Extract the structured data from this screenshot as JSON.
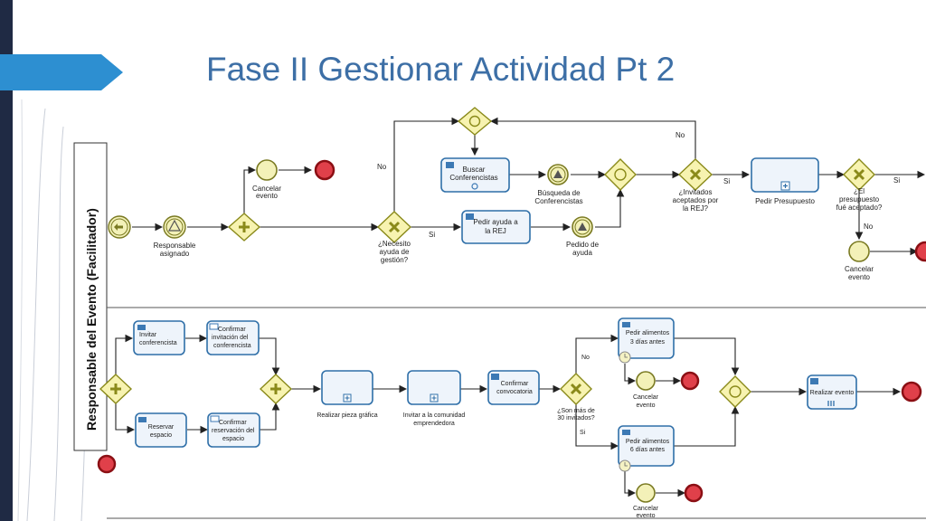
{
  "slide": {
    "title": "Fase II Gestionar Actividad Pt 2"
  },
  "lane": {
    "title": "Responsable del Evento (Facilitador)"
  },
  "top_flow": {
    "responsable_asignado": [
      "Responsable",
      "asignado"
    ],
    "cancelar_evento": [
      "Cancelar",
      "evento"
    ],
    "necesito_ayuda": [
      "¿Necesito",
      "ayuda de",
      "gestión?"
    ],
    "no": "No",
    "si": "Si",
    "buscar_conferencistas": [
      "Buscar",
      "Conferencistas"
    ],
    "pedir_ayuda_rej": [
      "Pedir ayuda a",
      "la REJ"
    ],
    "busqueda_conferencistas": [
      "Búsqueda de",
      "Conferencistas"
    ],
    "pedido_ayuda": [
      "Pedido de",
      "ayuda"
    ],
    "invitados_aceptados": [
      "¿Invitados",
      "aceptados por",
      "la REJ?"
    ],
    "no2": "No",
    "si2": "Si",
    "pedir_presupuesto": "Pedir Presupuesto",
    "presupuesto_aceptado": [
      "¿El",
      "presupuesto",
      "fué aceptado?"
    ],
    "si3": "Si",
    "no3": "No",
    "cancelar_evento2": [
      "Cancelar",
      "evento"
    ]
  },
  "bottom_flow": {
    "invitar_conferencista": [
      "Invitar",
      "conferencista"
    ],
    "confirmar_invitacion": [
      "Confirmar",
      "invitación del",
      "conferencista"
    ],
    "reservar_espacio": [
      "Reservar",
      "espacio"
    ],
    "confirmar_reservacion": [
      "Confirmar",
      "reservación del",
      "espacio"
    ],
    "realizar_pieza_grafica": "Realizar pieza gráfica",
    "invitar_comunidad": [
      "Invitar a la comunidad",
      "emprendedora"
    ],
    "confirmar_convocatoria": [
      "Confirmar",
      "convocatoria"
    ],
    "son_mas_30": [
      "¿Son más de",
      "30 invitados?"
    ],
    "no": "No",
    "si": "Si",
    "pedir_alimentos_3": [
      "Pedir alimentos",
      "3 días antes"
    ],
    "pedir_alimentos_6": [
      "Pedir alimentos",
      "6 días antes"
    ],
    "cancelar_evento_a": [
      "Cancelar",
      "evento"
    ],
    "cancelar_evento_b": [
      "Cancelar",
      "evento"
    ],
    "realizar_evento": "Realizar evento"
  }
}
